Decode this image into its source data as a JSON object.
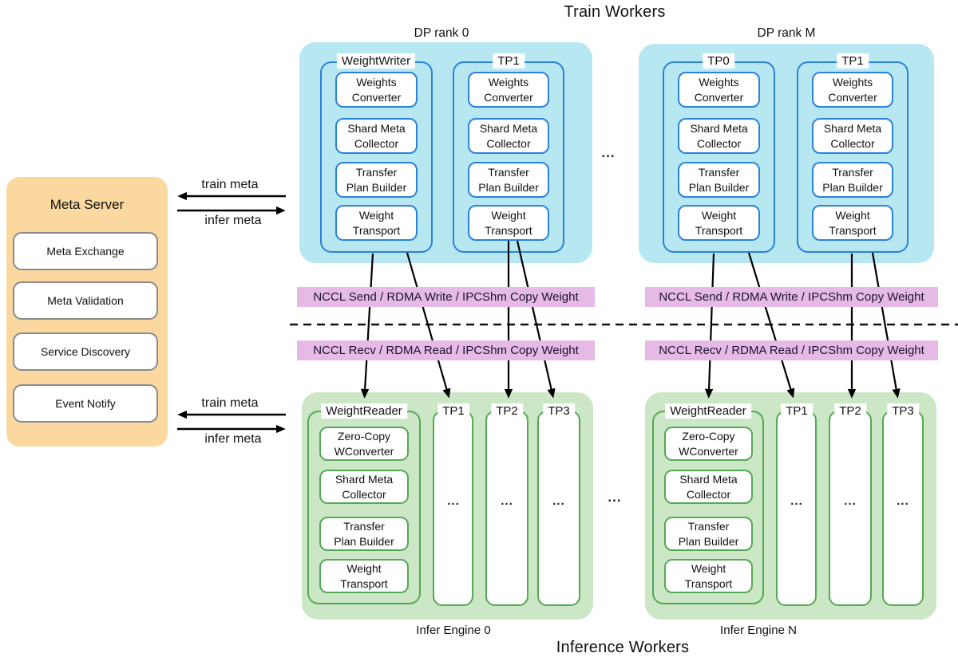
{
  "header": {
    "train_title": "Train Workers",
    "inference_title": "Inference Workers"
  },
  "meta_server": {
    "title": "Meta Server",
    "items": [
      {
        "label": "Meta Exchange"
      },
      {
        "label": "Meta Validation"
      },
      {
        "label": "Service Discovery"
      },
      {
        "label": "Event Notify"
      }
    ]
  },
  "meta_arrows": {
    "train_label": "train meta",
    "infer_label": "infer meta"
  },
  "train": {
    "groups": [
      {
        "label": "DP rank 0",
        "columns": [
          {
            "label": "WeightWriter"
          },
          {
            "label": "TP1"
          }
        ]
      },
      {
        "label": "DP rank M",
        "columns": [
          {
            "label": "TP0"
          },
          {
            "label": "TP1"
          }
        ]
      }
    ],
    "module_boxes": [
      {
        "lines": [
          "Weights",
          "Converter"
        ]
      },
      {
        "lines": [
          "Shard Meta",
          "Collector"
        ]
      },
      {
        "lines": [
          "Transfer",
          "Plan Builder"
        ]
      },
      {
        "lines": [
          "Weight",
          "Transport"
        ]
      }
    ],
    "ellipsis": "..."
  },
  "transfer": {
    "send_label": "NCCL Send / RDMA Write / IPCShm Copy Weight",
    "recv_label": "NCCL Recv / RDMA Read / IPCShm Copy Weight"
  },
  "inference": {
    "engines": [
      {
        "label": "Infer Engine 0",
        "reader_label": "WeightReader",
        "tp_labels": [
          "TP1",
          "TP2",
          "TP3"
        ]
      },
      {
        "label": "Infer Engine N",
        "reader_label": "WeightReader",
        "tp_labels": [
          "TP1",
          "TP2",
          "TP3"
        ]
      }
    ],
    "reader_boxes": [
      {
        "lines": [
          "Zero-Copy",
          "WConverter"
        ]
      },
      {
        "lines": [
          "Shard Meta",
          "Collector"
        ]
      },
      {
        "lines": [
          "Transfer",
          "Plan Builder"
        ]
      },
      {
        "lines": [
          "Weight",
          "Transport"
        ]
      }
    ],
    "ellipsis": "...",
    "gap_ellipsis": "..."
  },
  "colors": {
    "train_box_fill": "#b7e7f1",
    "train_border": "#2a82dd",
    "infer_box_fill": "#cbe7c5",
    "infer_border": "#55a855",
    "transfer_bar_fill": "#e5bbe5",
    "meta_server_fill": "#fad8a0",
    "meta_item_border": "#8a8a8a",
    "arrow_color": "#000000"
  }
}
